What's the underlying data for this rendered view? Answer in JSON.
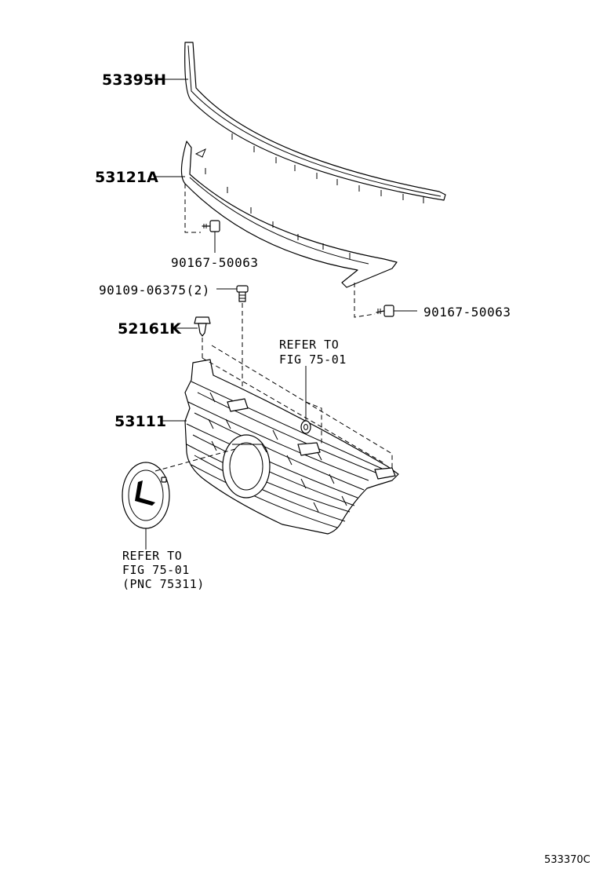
{
  "parts": {
    "p53395h": "53395H",
    "p53121a": "53121A",
    "bolt_left": "90167-50063",
    "screw": "90109-06375(2)",
    "clip": "52161K",
    "grille": "53111",
    "bolt_right": "90167-50063"
  },
  "refs": {
    "upper_line1": "REFER TO",
    "upper_line2": "FIG 75-01",
    "lower_line1": "REFER TO",
    "lower_line2": "FIG 75-01",
    "lower_line3": "(PNC 75311)"
  },
  "diagram_id": "533370C"
}
